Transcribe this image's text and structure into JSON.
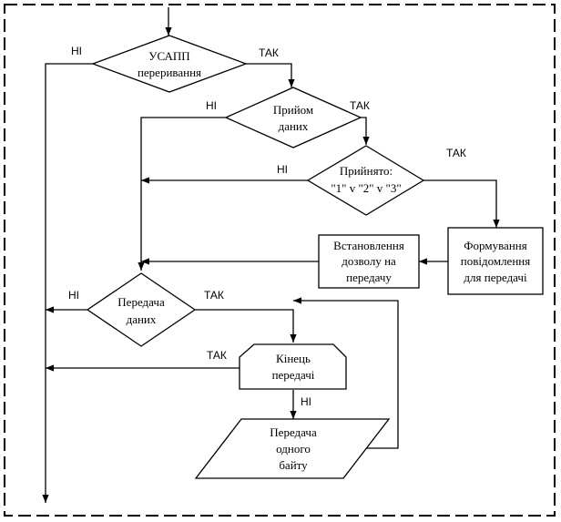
{
  "nodes": {
    "interrupt": [
      "УСАПП",
      "переривання"
    ],
    "receive": [
      "Прийом",
      "даних"
    ],
    "accepted": [
      "Прийнято:",
      "\"1\" v \"2\" v \"3\""
    ],
    "form_msg": [
      "Формування",
      "повідомлення",
      "для передачі"
    ],
    "allow_tx": [
      "Встановлення",
      "дозволу на",
      "передачу"
    ],
    "transmit": [
      "Передача",
      "даних"
    ],
    "end_tx": [
      "Кінець",
      "передачі"
    ],
    "send_byte": [
      "Передача",
      "одного",
      "байту"
    ]
  },
  "labels": {
    "yes": "ТАК",
    "no": "НІ"
  }
}
